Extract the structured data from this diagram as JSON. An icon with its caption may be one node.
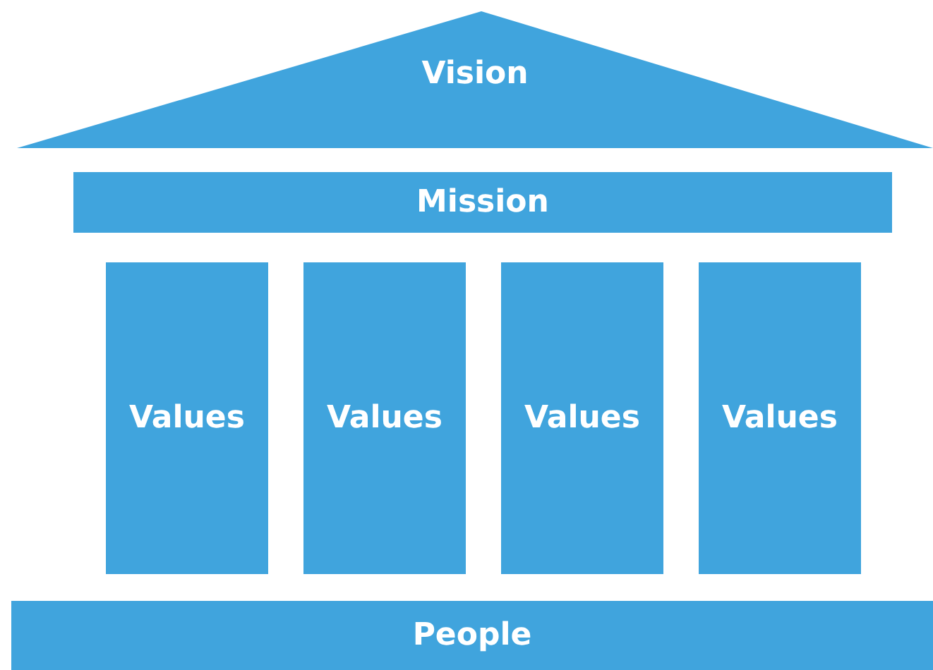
{
  "diagram": {
    "nodes": [
      {
        "text": [
          "Vision"
        ]
      },
      {
        "text": [
          "Mission"
        ]
      },
      {
        "text": [
          "Values"
        ]
      },
      {
        "text": [
          "Values"
        ]
      },
      {
        "text": [
          "Values"
        ]
      },
      {
        "text": [
          "Values"
        ]
      },
      {
        "text": [
          "People"
        ]
      }
    ]
  }
}
